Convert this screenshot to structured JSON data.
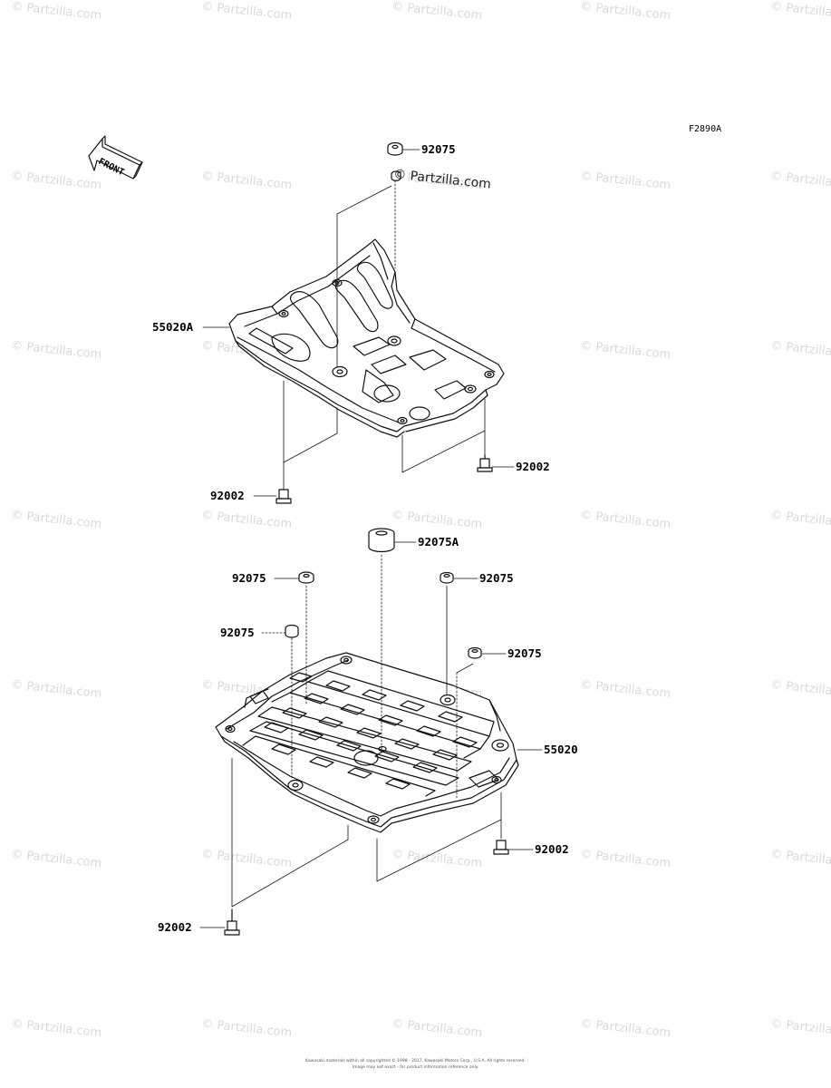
{
  "figure_code": "F2890A",
  "front_label": "FRONT",
  "watermark_text": "© Partzilla.com",
  "top_watermark": "© Partzilla.com",
  "callouts": [
    {
      "id": "c1",
      "part": "92075"
    },
    {
      "id": "c2",
      "part": "55020A"
    },
    {
      "id": "c3",
      "part": "92002"
    },
    {
      "id": "c4",
      "part": "92002"
    },
    {
      "id": "c5",
      "part": "92075A"
    },
    {
      "id": "c6",
      "part": "92075"
    },
    {
      "id": "c7",
      "part": "92075"
    },
    {
      "id": "c8",
      "part": "92075"
    },
    {
      "id": "c9",
      "part": "92075"
    },
    {
      "id": "c10",
      "part": "55020"
    },
    {
      "id": "c11",
      "part": "92002"
    },
    {
      "id": "c12",
      "part": "92002"
    }
  ],
  "footer_line1": "Kawasaki materials within all copyrighted © 1998 - 2017. Kawasaki Motors Corp., U.S.A. All rights reserved.",
  "footer_line2": "Image may not exact - for product information reference only."
}
